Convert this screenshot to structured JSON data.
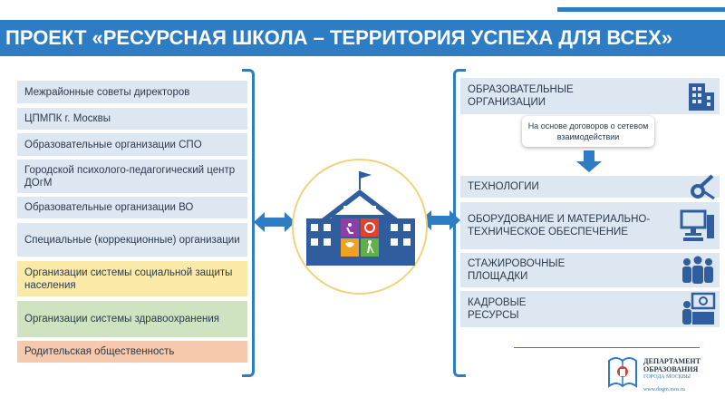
{
  "title": "ПРОЕКТ «РЕСУРСНАЯ ШКОЛА – ТЕРРИТОРИЯ УСПЕХА ДЛЯ ВСЕХ»",
  "left_items": [
    "Межрайонные советы директоров",
    "ЦПМПК  г. Москвы",
    "Образовательные организации СПО",
    "Городской психолого-педагогический центр ДОгМ",
    "Образовательные организации ВО",
    "Специальные (коррекционные) организации",
    "Организации системы социальной защиты населения",
    "Организации системы здравоохранения",
    "Родительская общественность"
  ],
  "right_items": [
    "Образовательные организации",
    "Технологии",
    "Оборудование и материально-техническое обеспечение",
    "Стажировочные площадки",
    "Кадровые ресурсы"
  ],
  "callout": "На основе договоров о сетевом взаимодействии",
  "logo": {
    "line1": "ДЕПАРТАМЕНТ",
    "line2": "ОБРАЗОВАНИЯ",
    "line3": "ГОРОДА МОСКВЫ",
    "url": "www.dogm.mos.ru"
  },
  "colors": {
    "accent": "#2e7cc4",
    "item_blue": "#dde7f2",
    "item_yellow": "#fbeaa7",
    "item_green": "#cfe3c0",
    "item_peach": "#f6c9ac"
  },
  "icons": [
    "building-icon",
    "gear-wrench-icon",
    "computer-icon",
    "people-group-icon",
    "staff-gear-icon",
    "school-icon",
    "double-arrow-icon",
    "down-arrow-icon",
    "book-logo-icon"
  ]
}
